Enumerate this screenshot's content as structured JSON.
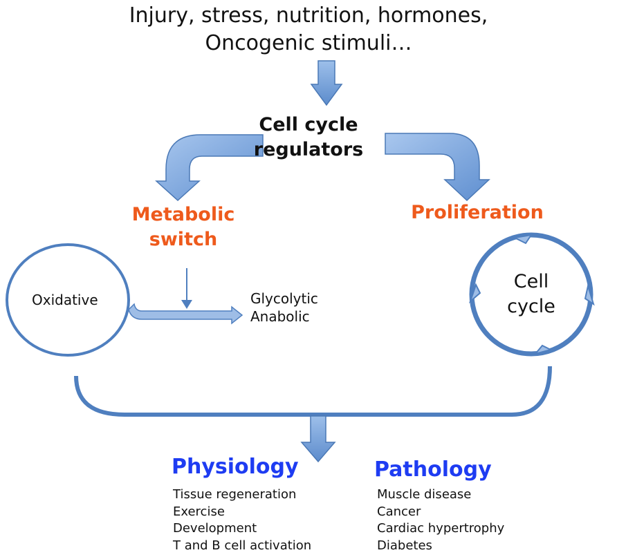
{
  "inputs": {
    "line1": "Injury, stress, nutrition, hormones,",
    "line2": "Oncogenic stimuli…"
  },
  "hub": {
    "line1": "Cell cycle",
    "line2": "regulators"
  },
  "metabolic": {
    "line1": "Metabolic",
    "line2": "switch",
    "from": "Oxidative",
    "to_line1": "Glycolytic",
    "to_line2": "Anabolic"
  },
  "proliferation": {
    "title": "Proliferation",
    "cycle_line1": "Cell",
    "cycle_line2": "cycle"
  },
  "physiology": {
    "title": "Physiology",
    "items": [
      "Tissue regeneration",
      "Exercise",
      "Development",
      "T and B cell activation"
    ]
  },
  "pathology": {
    "title": "Pathology",
    "items": [
      "Muscle disease",
      "Cancer",
      "Cardiac hypertrophy",
      "Diabetes"
    ]
  },
  "colors": {
    "arrow_fill": "#7aa6dc",
    "arrow_stroke": "#4a78b5",
    "line_blue": "#4f7fbf",
    "accent_orange": "#ee5a1c",
    "heading_blue": "#1e3cf2"
  }
}
